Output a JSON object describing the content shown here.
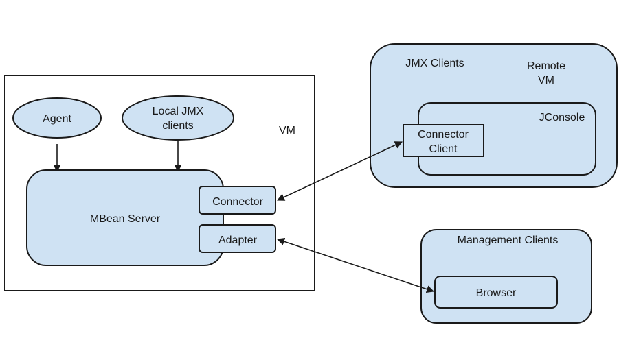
{
  "colors": {
    "fill": "#cfe2f3",
    "stroke": "#1a1a1a",
    "background": "#ffffff"
  },
  "vm": {
    "label": "VM",
    "agent": "Agent",
    "local_jmx_line1": "Local JMX",
    "local_jmx_line2": "clients",
    "mbean_server": "MBean Server",
    "connector": "Connector",
    "adapter": "Adapter"
  },
  "remote": {
    "jmx_clients": "JMX Clients",
    "remote_vm_line1": "Remote",
    "remote_vm_line2": "VM",
    "jconsole": "JConsole",
    "connector_client_line1": "Connector",
    "connector_client_line2": "Client"
  },
  "management": {
    "label": "Management Clients",
    "browser": "Browser"
  },
  "edges": [
    {
      "from": "Agent",
      "to": "MBean Server",
      "style": "arrow"
    },
    {
      "from": "Local JMX clients",
      "to": "MBean Server",
      "style": "arrow"
    },
    {
      "from": "Connector",
      "to": "Connector Client",
      "style": "bidirectional"
    },
    {
      "from": "Adapter",
      "to": "Browser",
      "style": "bidirectional"
    }
  ]
}
